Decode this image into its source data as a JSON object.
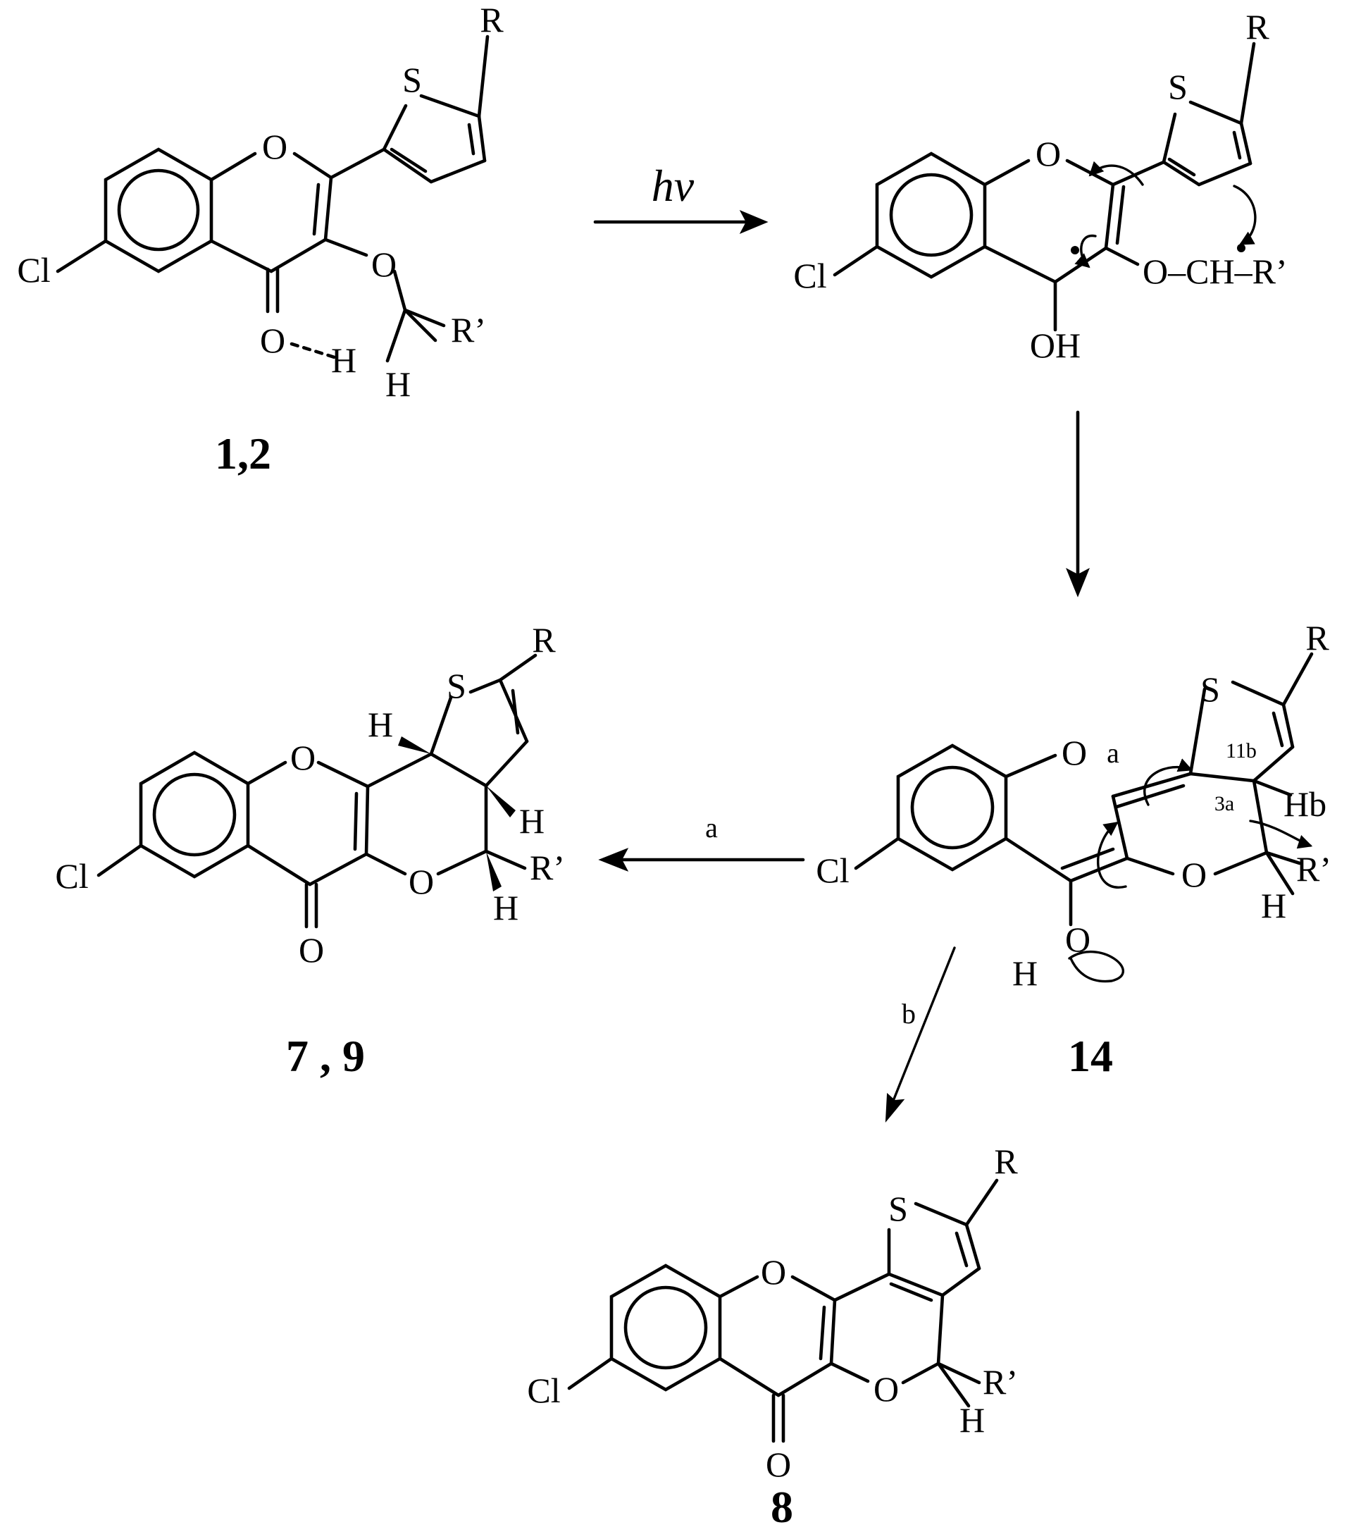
{
  "atoms": {
    "cl": "Cl",
    "o": "O",
    "s": "S",
    "r": "R",
    "r_prime": "R’",
    "h": "H",
    "oh": "OH",
    "o_ch_r": "O–CH–R’",
    "hb": "Hb"
  },
  "labels": {
    "a_ring": "a",
    "c11b": "11b",
    "c3a": "3a"
  },
  "arrows": {
    "hv": "hv",
    "path_a": "a",
    "path_b": "b"
  },
  "compounds": {
    "c12": "1,2",
    "c14": "14",
    "c79": "7 , 9",
    "c8": "8"
  }
}
